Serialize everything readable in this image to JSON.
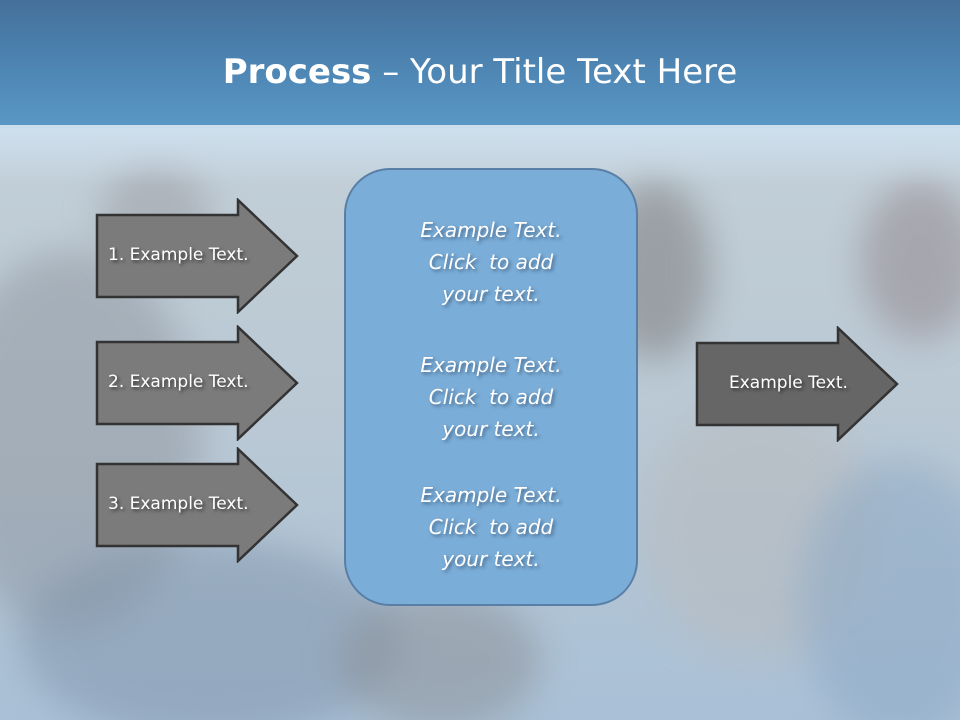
{
  "slide": {
    "title_bold": "Process",
    "title_rest": " – Your Title Text Here"
  },
  "left_arrows": [
    {
      "label": "1. Example Text."
    },
    {
      "label": "2. Example Text."
    },
    {
      "label": "3. Example Text."
    }
  ],
  "center_box": {
    "blocks": [
      {
        "text": "Example Text.\nClick  to add\nyour text."
      },
      {
        "text": "Example Text.\nClick  to add\nyour text."
      },
      {
        "text": "Example Text.\nClick  to add\nyour text."
      }
    ]
  },
  "right_arrow": {
    "label": "Example Text."
  },
  "colors": {
    "header_top": "#44709a",
    "header_bottom": "#5a98c6",
    "left_arrow_fill": "#7b7b7b",
    "right_arrow_fill": "#666666",
    "arrow_border": "#333333",
    "center_box_fill": "#7aadd7",
    "center_box_border": "#5a7fa6"
  }
}
